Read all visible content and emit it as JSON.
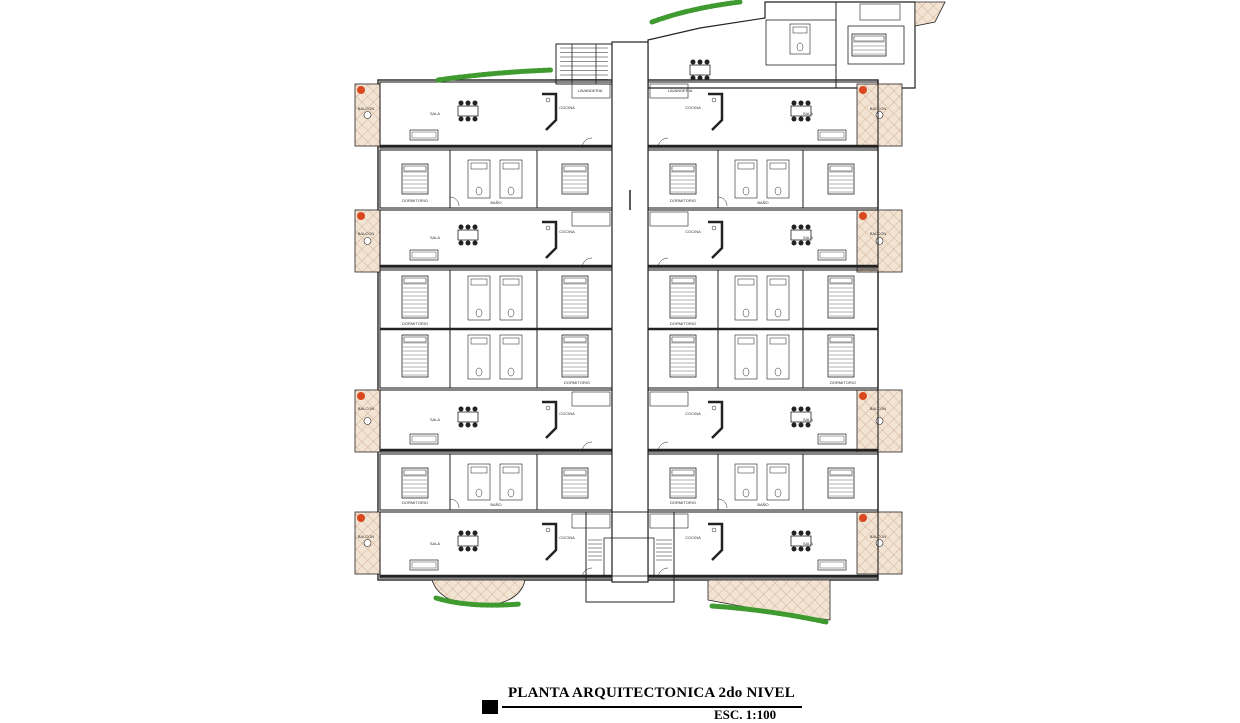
{
  "drawing": {
    "title": "PLANTA ARQUITECTONICA 2do NIVEL",
    "scale": "ESC. 1:100",
    "room_labels": {
      "living": "SALA",
      "kitchen": "COCINA",
      "balcony": "BALCON",
      "laundry": "LAVANDERIA",
      "bath": "BAÑO",
      "bedroom": "DORMITORIO"
    }
  },
  "colors": {
    "line": "#222222",
    "balcony_fill": "#f3e3d3",
    "balcony_hatch": "#c9a889",
    "vegetation": "#3f9a2f",
    "plants": "#d9481f",
    "wall_dark": "#555555"
  }
}
